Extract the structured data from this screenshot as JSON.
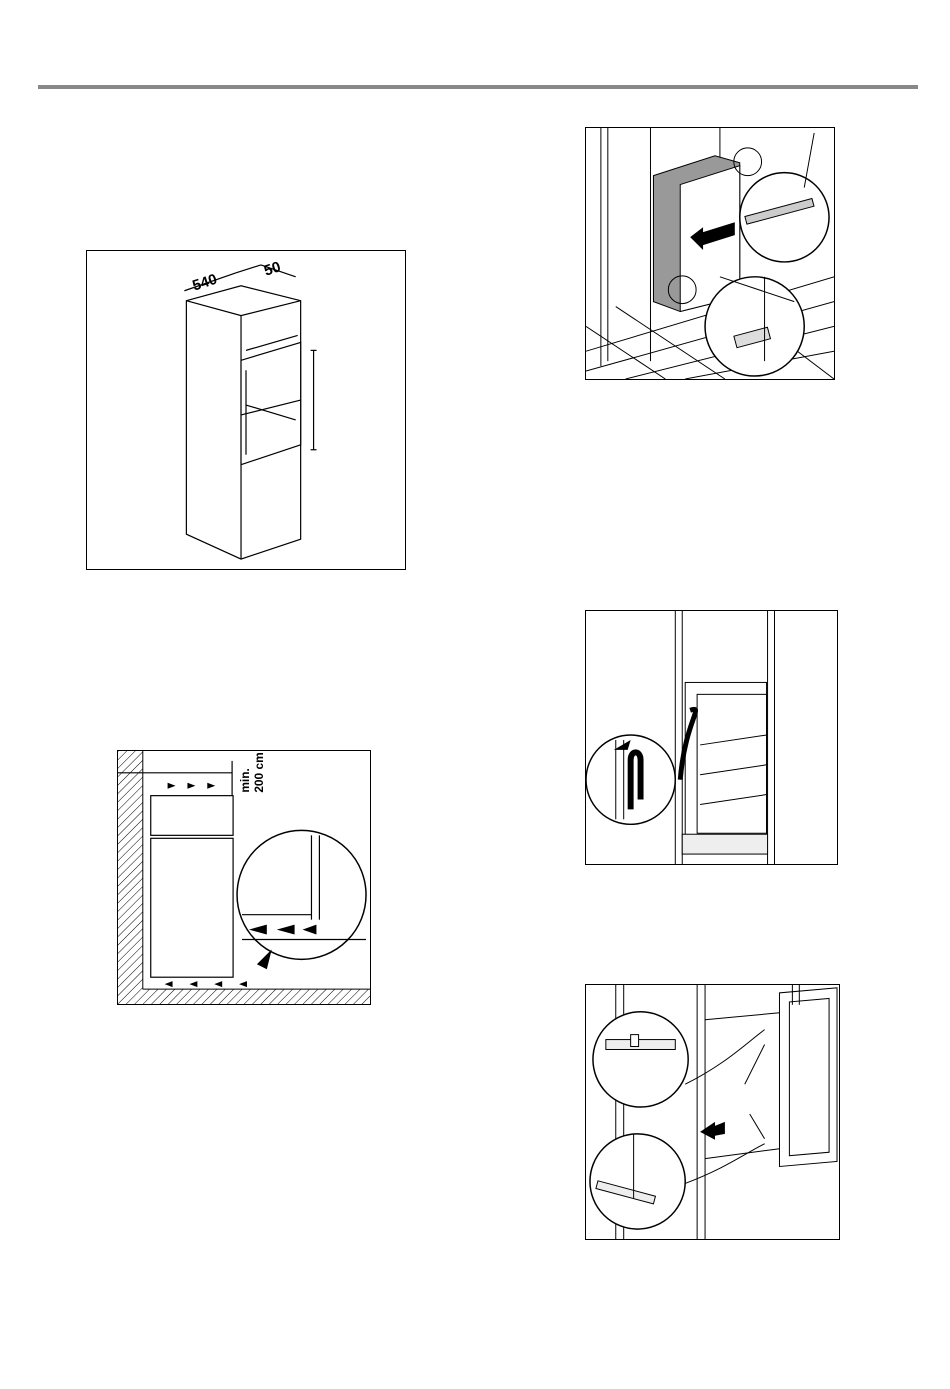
{
  "figures": {
    "niche_dimensions": {
      "width_label": "540",
      "depth_label": "50"
    },
    "ventilation": {
      "min_label": "min.",
      "height_label": "200 cm"
    },
    "insert_appliance": {},
    "hinge_cover": {},
    "door_fixing": {}
  }
}
